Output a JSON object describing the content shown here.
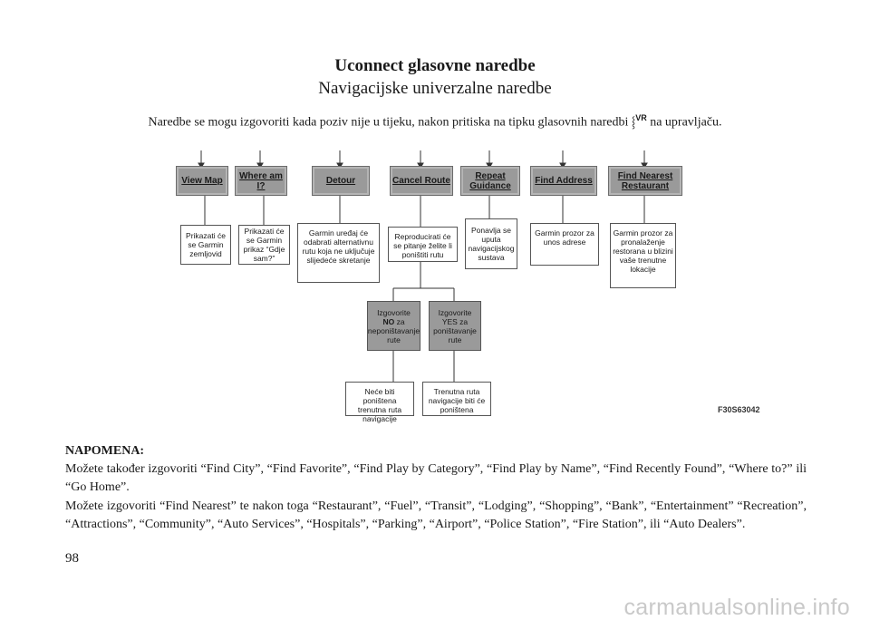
{
  "header": {
    "title": "Uconnect glasovne naredbe",
    "subtitle": "Navigacijske univerzalne naredbe"
  },
  "intro": {
    "before": "Naredbe se mogu izgovoriti kada poziv nije u tijeku, nakon pritiska na tipku glasovnih naredbi",
    "vr_label": "VR",
    "after": "na upravljaču."
  },
  "diagram": {
    "commands": [
      {
        "label": "View Map"
      },
      {
        "label": "Where am I?"
      },
      {
        "label": "Detour"
      },
      {
        "label": "Cancel Route"
      },
      {
        "label": "Repeat Guidance"
      },
      {
        "label": "Find Address"
      },
      {
        "label": "Find Nearest Restaurant"
      }
    ],
    "results": [
      "Prikazati će se Garmin zemljovid",
      "Prikazati će se Garmin prikaz “Gdje sam?”",
      "Garmin uređaj će odabrati alternativnu rutu koja ne uključuje slijedeće skretanje",
      "Reproducirati će se pitanje želite li poništiti rutu",
      "Ponavlja se uputa navigacijskog sustava",
      "Garmin prozor za unos adrese",
      "Garmin prozor za pronalaženje restorana u blizini vaše trenutne lokacije"
    ],
    "say_no": {
      "prefix": "Izgovorite",
      "word": "NO",
      "suffix": "za neponištavanje rute"
    },
    "say_yes": "Izgovorite YES za poništavanje rute",
    "outcome_no": "Neće biti poništena trenutna ruta navigacije",
    "outcome_yes": "Trenutna ruta navigacije biti će poništena",
    "figure_code": "F30S63042"
  },
  "note": {
    "title": "NAPOMENA:",
    "line1": "Možete također izgovoriti “Find City”, “Find Favorite”, “Find Play by Category”, “Find Play by Name”, “Find Recently Found”, “Where to?” ili “Go Home”.",
    "line2": "Možete izgovoriti “Find Nearest” te nakon toga “Restaurant”, “Fuel”, “Transit”, “Lodging”, “Shopping”, “Bank”, “Entertainment” “Recreation”, “Attractions”, “Community”, “Auto Services”, “Hospitals”, “Parking”, “Airport”, “Police Station”, “Fire Station”, ili “Auto Dealers”."
  },
  "page_number": "98",
  "watermark": "carmanualsonline.info"
}
